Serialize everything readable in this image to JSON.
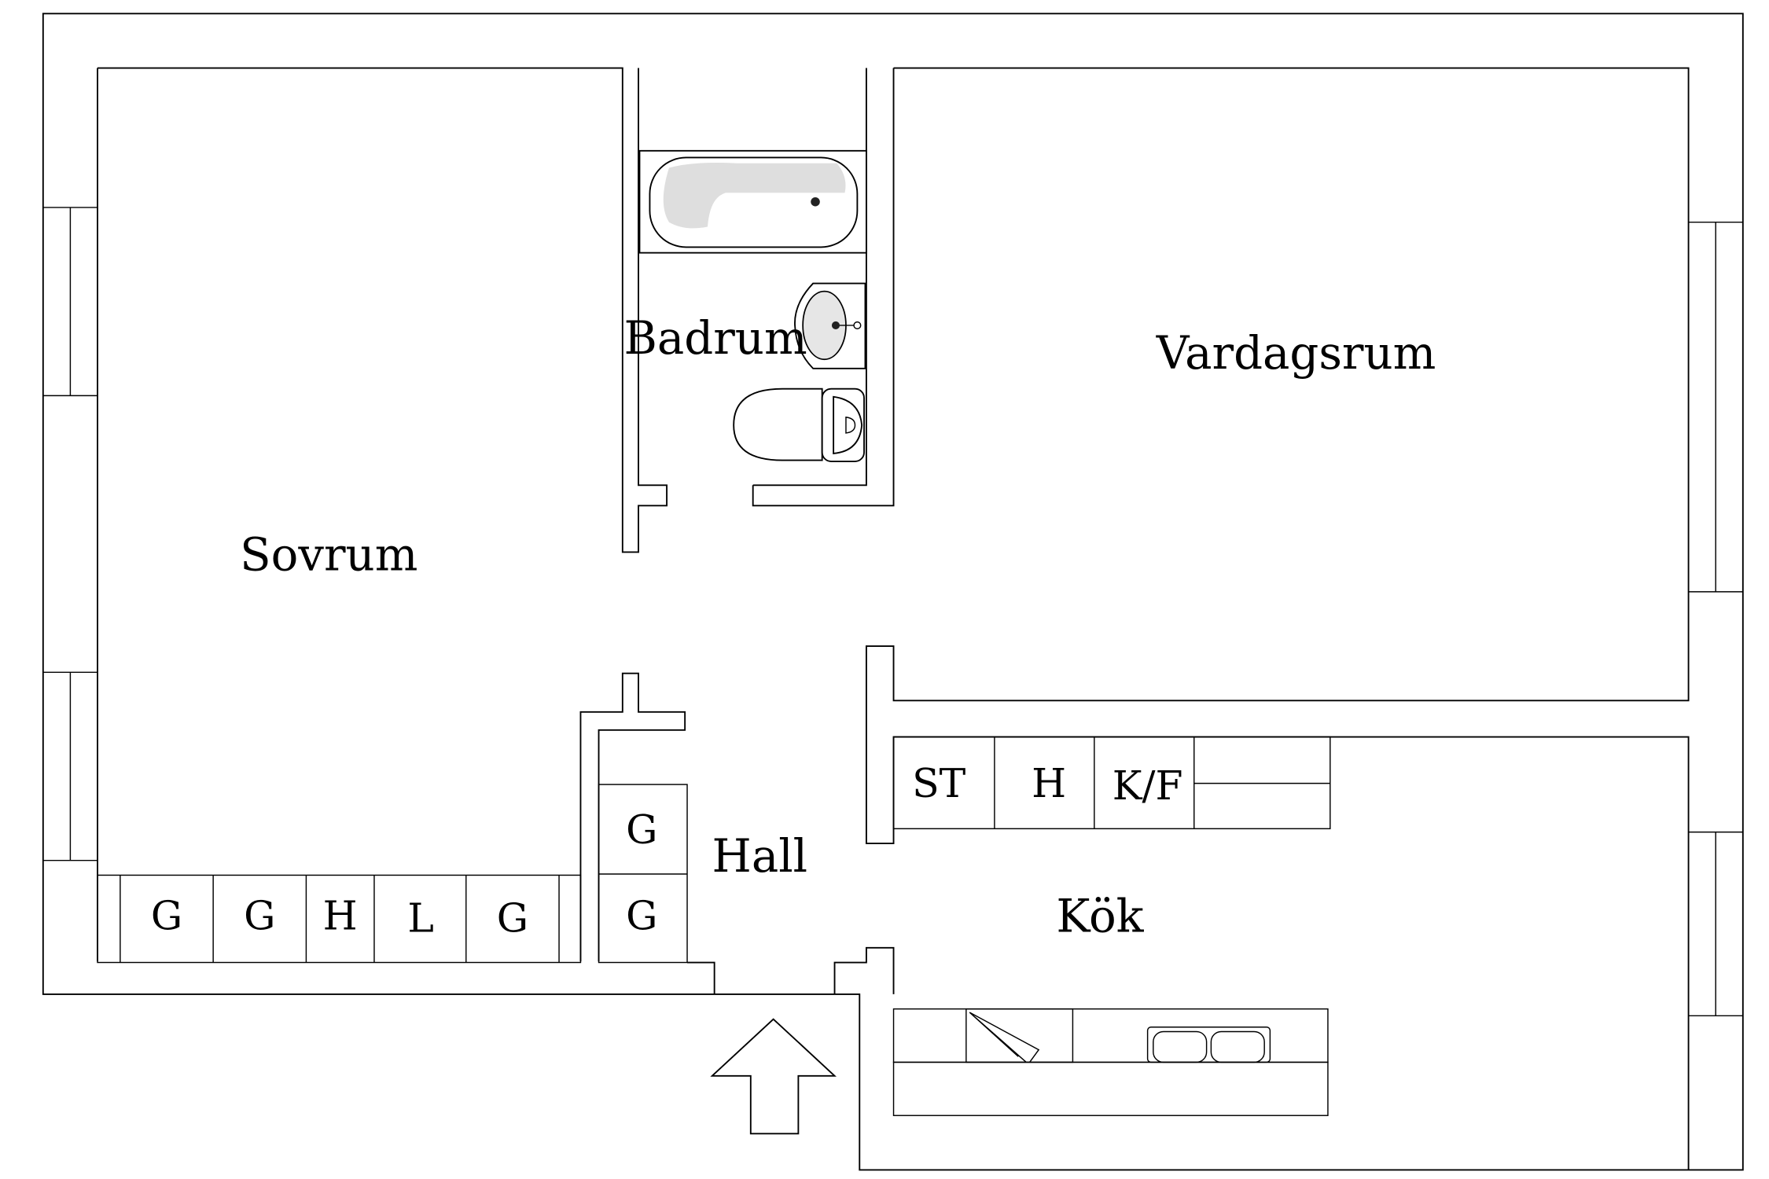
{
  "rooms": {
    "sovrum": "Sovrum",
    "badrum": "Badrum",
    "vardagsrum": "Vardagsrum",
    "hall": "Hall",
    "kok": "Kök"
  },
  "bedroom_cabinets": [
    "G",
    "G",
    "H",
    "L",
    "G"
  ],
  "hall_cabinets": [
    "G",
    "G"
  ],
  "kitchen_cabinets": [
    "ST",
    "H",
    "K/F"
  ],
  "icons": {
    "entrance": "entrance-arrow-icon",
    "bathtub": "bathtub-icon",
    "sink": "sink-icon",
    "toilet": "toilet-icon",
    "dishwasher": "dishwasher-icon",
    "kitchen_sink": "kitchen-sink-icon"
  }
}
